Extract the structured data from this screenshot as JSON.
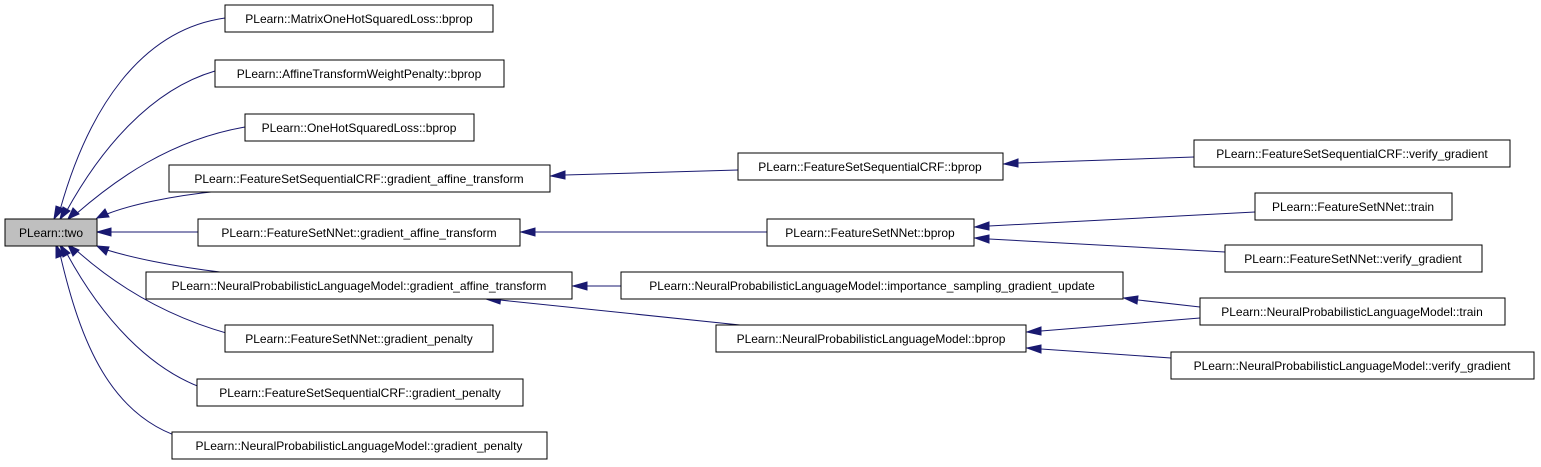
{
  "diagram": {
    "type": "call-graph",
    "colors": {
      "edge": "#191970",
      "root_fill": "#bfbfbf",
      "node_fill": "#ffffff",
      "border": "#000000"
    },
    "nodes": {
      "two": "PLearn::two",
      "mohsl_bprop": "PLearn::MatrixOneHotSquaredLoss::bprop",
      "atwp_bprop": "PLearn::AffineTransformWeightPenalty::bprop",
      "ohsl_bprop": "PLearn::OneHotSquaredLoss::bprop",
      "fscrf_gat": "PLearn::FeatureSetSequentialCRF::gradient_affine_transform",
      "fsnn_gat": "PLearn::FeatureSetNNet::gradient_affine_transform",
      "nplm_gat": "PLearn::NeuralProbabilisticLanguageModel::gradient_affine_transform",
      "fsnn_gp": "PLearn::FeatureSetNNet::gradient_penalty",
      "fscrf_gp": "PLearn::FeatureSetSequentialCRF::gradient_penalty",
      "nplm_gp": "PLearn::NeuralProbabilisticLanguageModel::gradient_penalty",
      "fscrf_bprop": "PLearn::FeatureSetSequentialCRF::bprop",
      "fsnn_bprop": "PLearn::FeatureSetNNet::bprop",
      "nplm_isgu": "PLearn::NeuralProbabilisticLanguageModel::importance_sampling_gradient_update",
      "nplm_bprop": "PLearn::NeuralProbabilisticLanguageModel::bprop",
      "fscrf_vg": "PLearn::FeatureSetSequentialCRF::verify_gradient",
      "fsnn_train": "PLearn::FeatureSetNNet::train",
      "fsnn_vg": "PLearn::FeatureSetNNet::verify_gradient",
      "nplm_train": "PLearn::NeuralProbabilisticLanguageModel::train",
      "nplm_vg": "PLearn::NeuralProbabilisticLanguageModel::verify_gradient"
    },
    "edges": [
      [
        "mohsl_bprop",
        "two"
      ],
      [
        "atwp_bprop",
        "two"
      ],
      [
        "ohsl_bprop",
        "two"
      ],
      [
        "fscrf_gat",
        "two"
      ],
      [
        "fsnn_gat",
        "two"
      ],
      [
        "nplm_gat",
        "two"
      ],
      [
        "fsnn_gp",
        "two"
      ],
      [
        "fscrf_gp",
        "two"
      ],
      [
        "nplm_gp",
        "two"
      ],
      [
        "fscrf_bprop",
        "fscrf_gat"
      ],
      [
        "fsnn_bprop",
        "fsnn_gat"
      ],
      [
        "nplm_isgu",
        "nplm_gat"
      ],
      [
        "nplm_bprop",
        "nplm_gat"
      ],
      [
        "fscrf_vg",
        "fscrf_bprop"
      ],
      [
        "fsnn_train",
        "fsnn_bprop"
      ],
      [
        "fsnn_vg",
        "fsnn_bprop"
      ],
      [
        "nplm_train",
        "nplm_isgu"
      ],
      [
        "nplm_train",
        "nplm_bprop"
      ],
      [
        "nplm_vg",
        "nplm_bprop"
      ]
    ]
  }
}
